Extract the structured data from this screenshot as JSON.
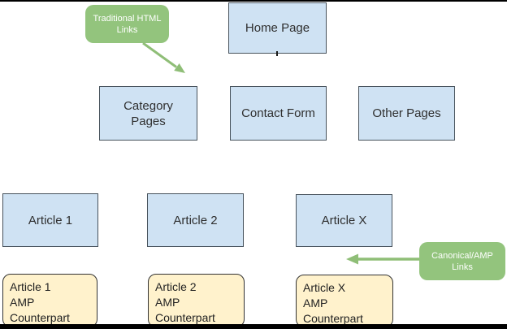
{
  "diagram": {
    "nodes": {
      "home_page": {
        "label": "Home Page"
      },
      "category_pages": {
        "label": "Category Pages"
      },
      "contact_form": {
        "label": "Contact Form"
      },
      "other_pages": {
        "label": "Other Pages"
      },
      "article_1": {
        "label": "Article 1"
      },
      "article_2": {
        "label": "Article 2"
      },
      "article_x": {
        "label": "Article X"
      }
    },
    "amp_nodes": {
      "amp_article_1": {
        "label": "Article 1\nAMP\nCounterpart"
      },
      "amp_article_2": {
        "label": "Article 2\nAMP\nCounterpart"
      },
      "amp_article_x": {
        "label": "Article X\nAMP\nCounterpart"
      }
    },
    "callouts": {
      "traditional": {
        "label": "Traditional HTML Links"
      },
      "canonical": {
        "label": "Canonical/AMP Links"
      }
    },
    "colors": {
      "node_fill": "#cfe2f3",
      "node_border": "#47525c",
      "amp_fill": "#fff2cc",
      "amp_border": "#333333",
      "callout_fill": "#93c47d",
      "callout_text": "#ffffff",
      "arrow_green": "#8fbe77",
      "label_text": "#2f2f2f",
      "letterbox_bar": "#000000"
    }
  }
}
